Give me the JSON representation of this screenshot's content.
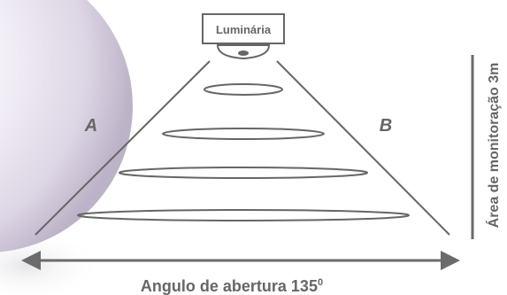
{
  "diagram": {
    "fixture_label": "Luminária",
    "side_label_left": "A",
    "side_label_right": "B",
    "monitoring_area_label": "Área de monitoração 3m",
    "opening_angle_label": "Angulo de abertura 135",
    "opening_angle_symbol": "0"
  },
  "colors": {
    "line": "#666666",
    "text": "#666666",
    "arrow": "#6b6b6b",
    "sphere_light": "#f5f1f8",
    "sphere_shadow": "#c8bfd2"
  }
}
